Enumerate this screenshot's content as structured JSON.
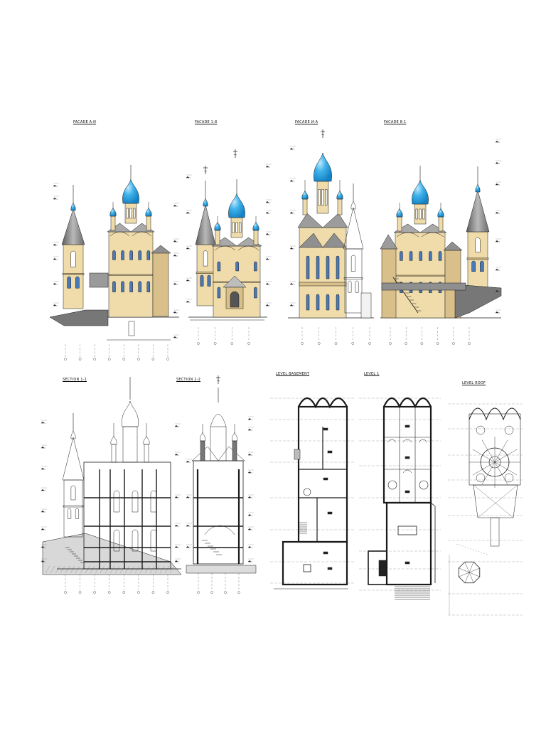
{
  "sheet": {
    "facades": [
      "FACADE A-И",
      "FACADE 1-8",
      "FACADE И-А",
      "FACADE 8-1"
    ],
    "sections": [
      "SECTION 1-1",
      "SECTION 2-2"
    ],
    "plans": [
      "LEVEL BASEMENT",
      "LEVEL 1",
      "LEVEL ROOF"
    ]
  },
  "colors": {
    "wall": "#efdcaa",
    "wall_shade": "#d9c08a",
    "roof": "#8f8f8f",
    "dome": "#2aa3e0",
    "dome_light": "#8fd6f6",
    "line": "#1a1a1a"
  }
}
